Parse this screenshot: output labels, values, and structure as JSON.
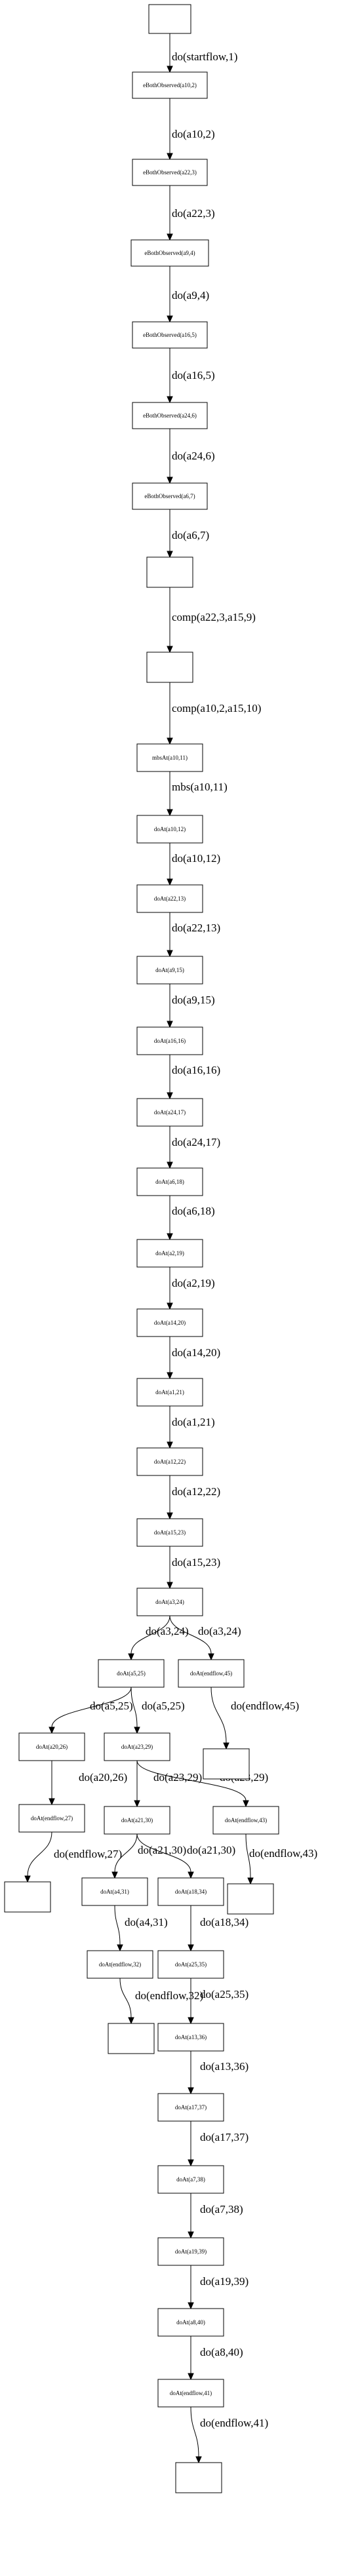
{
  "nodes": [
    {
      "id": "n0",
      "label": ""
    },
    {
      "id": "n1",
      "label": "eBothObserved(a10,2)"
    },
    {
      "id": "n2",
      "label": "eBothObserved(a22,3)"
    },
    {
      "id": "n3",
      "label": "eBothObserved(a9,4)"
    },
    {
      "id": "n4",
      "label": "eBothObserved(a16,5)"
    },
    {
      "id": "n5",
      "label": "eBothObserved(a24,6)"
    },
    {
      "id": "n6",
      "label": "eBothObserved(a6,7)"
    },
    {
      "id": "n7",
      "label": ""
    },
    {
      "id": "n8",
      "label": ""
    },
    {
      "id": "n9",
      "label": "mbsAt(a10,11)"
    },
    {
      "id": "n10",
      "label": "doAt(a10,12)"
    },
    {
      "id": "n11",
      "label": "doAt(a22,13)"
    },
    {
      "id": "n12",
      "label": "doAt(a9,15)"
    },
    {
      "id": "n13",
      "label": "doAt(a16,16)"
    },
    {
      "id": "n14",
      "label": "doAt(a24,17)"
    },
    {
      "id": "n15",
      "label": "doAt(a6,18)"
    },
    {
      "id": "n16",
      "label": "doAt(a2,19)"
    },
    {
      "id": "n17",
      "label": "doAt(a14,20)"
    },
    {
      "id": "n18",
      "label": "doAt(a1,21)"
    },
    {
      "id": "n19",
      "label": "doAt(a12,22)"
    },
    {
      "id": "n20",
      "label": "doAt(a15,23)"
    },
    {
      "id": "n21",
      "label": "doAt(a3,24)"
    },
    {
      "id": "n22",
      "label": "doAt(a5,25)"
    },
    {
      "id": "n23",
      "label": "doAt(endflow,45)"
    },
    {
      "id": "n24",
      "label": ""
    },
    {
      "id": "n25",
      "label": "doAt(a20,26)"
    },
    {
      "id": "n26",
      "label": "doAt(a23,29)"
    },
    {
      "id": "n27",
      "label": "doAt(endflow,27)"
    },
    {
      "id": "n28",
      "label": ""
    },
    {
      "id": "n29",
      "label": "doAt(a21,30)"
    },
    {
      "id": "n30",
      "label": "doAt(endflow,43)"
    },
    {
      "id": "n31",
      "label": ""
    },
    {
      "id": "n32",
      "label": "doAt(a4,31)"
    },
    {
      "id": "n33",
      "label": "doAt(a18,34)"
    },
    {
      "id": "n34",
      "label": "doAt(endflow,32)"
    },
    {
      "id": "n35",
      "label": ""
    },
    {
      "id": "n36",
      "label": "doAt(a25,35)"
    },
    {
      "id": "n37",
      "label": "doAt(a13,36)"
    },
    {
      "id": "n38",
      "label": "doAt(a17,37)"
    },
    {
      "id": "n39",
      "label": "doAt(a7,38)"
    },
    {
      "id": "n40",
      "label": "doAt(a19,39)"
    },
    {
      "id": "n41",
      "label": "doAt(a8,40)"
    },
    {
      "id": "n42",
      "label": "doAt(endflow,41)"
    },
    {
      "id": "n43",
      "label": ""
    }
  ],
  "edges": [
    {
      "from": "n0",
      "to": "n1",
      "label": "do(startflow,1)"
    },
    {
      "from": "n1",
      "to": "n2",
      "label": "do(a10,2)"
    },
    {
      "from": "n2",
      "to": "n3",
      "label": "do(a22,3)"
    },
    {
      "from": "n3",
      "to": "n4",
      "label": "do(a9,4)"
    },
    {
      "from": "n4",
      "to": "n5",
      "label": "do(a16,5)"
    },
    {
      "from": "n5",
      "to": "n6",
      "label": "do(a24,6)"
    },
    {
      "from": "n6",
      "to": "n7",
      "label": "do(a6,7)"
    },
    {
      "from": "n7",
      "to": "n8",
      "label": "comp(a22,3,a15,9)"
    },
    {
      "from": "n8",
      "to": "n9",
      "label": "comp(a10,2,a15,10)"
    },
    {
      "from": "n9",
      "to": "n10",
      "label": "mbs(a10,11)"
    },
    {
      "from": "n10",
      "to": "n11",
      "label": "do(a10,12)"
    },
    {
      "from": "n11",
      "to": "n12",
      "label": "do(a22,13)"
    },
    {
      "from": "n12",
      "to": "n13",
      "label": "do(a9,15)"
    },
    {
      "from": "n13",
      "to": "n14",
      "label": "do(a16,16)"
    },
    {
      "from": "n14",
      "to": "n15",
      "label": "do(a24,17)"
    },
    {
      "from": "n15",
      "to": "n16",
      "label": "do(a6,18)"
    },
    {
      "from": "n16",
      "to": "n17",
      "label": "do(a2,19)"
    },
    {
      "from": "n17",
      "to": "n18",
      "label": "do(a14,20)"
    },
    {
      "from": "n18",
      "to": "n19",
      "label": "do(a1,21)"
    },
    {
      "from": "n19",
      "to": "n20",
      "label": "do(a12,22)"
    },
    {
      "from": "n20",
      "to": "n21",
      "label": "do(a15,23)"
    },
    {
      "from": "n21",
      "to": "n22",
      "label": "do(a3,24)"
    },
    {
      "from": "n21",
      "to": "n23",
      "label": "do(a3,24)"
    },
    {
      "from": "n23",
      "to": "n24",
      "label": "do(endflow,45)"
    },
    {
      "from": "n22",
      "to": "n25",
      "label": "do(a5,25)"
    },
    {
      "from": "n22",
      "to": "n26",
      "label": "do(a5,25)"
    },
    {
      "from": "n25",
      "to": "n27",
      "label": "do(a20,26)"
    },
    {
      "from": "n27",
      "to": "n28",
      "label": "do(endflow,27)"
    },
    {
      "from": "n26",
      "to": "n29",
      "label": "do(a23,29)"
    },
    {
      "from": "n26",
      "to": "n30",
      "label": "do(a23,29)"
    },
    {
      "from": "n30",
      "to": "n31",
      "label": "do(endflow,43)"
    },
    {
      "from": "n29",
      "to": "n32",
      "label": "do(a21,30)"
    },
    {
      "from": "n29",
      "to": "n33",
      "label": "do(a21,30)"
    },
    {
      "from": "n32",
      "to": "n34",
      "label": "do(a4,31)"
    },
    {
      "from": "n34",
      "to": "n35",
      "label": "do(endflow,32)"
    },
    {
      "from": "n33",
      "to": "n36",
      "label": "do(a18,34)"
    },
    {
      "from": "n36",
      "to": "n37",
      "label": "do(a25,35)"
    },
    {
      "from": "n37",
      "to": "n38",
      "label": "do(a13,36)"
    },
    {
      "from": "n38",
      "to": "n39",
      "label": "do(a17,37)"
    },
    {
      "from": "n39",
      "to": "n40",
      "label": "do(a7,38)"
    },
    {
      "from": "n40",
      "to": "n41",
      "label": "do(a19,39)"
    },
    {
      "from": "n41",
      "to": "n42",
      "label": "do(a8,40)"
    },
    {
      "from": "n42",
      "to": "n43",
      "label": "do(endflow,41)"
    }
  ]
}
